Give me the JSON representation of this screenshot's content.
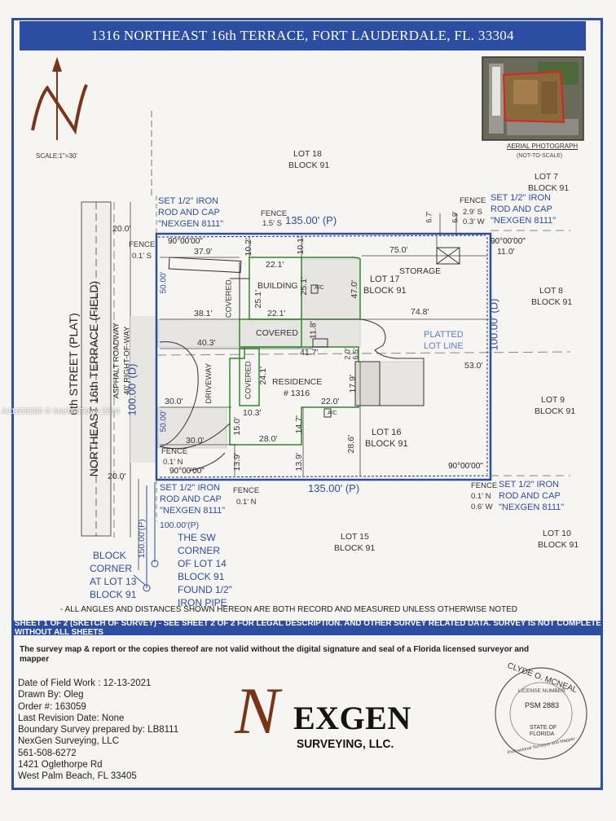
{
  "title": "1316 NORTHEAST 16th TERRACE, FORT LAUDERDALE, FL. 33304",
  "scale": "SCALE:1\"=30'",
  "aerial": {
    "caption": "AERIAL PHOTOGRAPH",
    "subcaption": "(NOT-TO-SCALE)"
  },
  "lots": {
    "lot18": "LOT 18",
    "lot18_block": "BLOCK 91",
    "lot7": "LOT 7",
    "lot7_block": "BLOCK 91",
    "lot17": "LOT 17",
    "lot17_block": "BLOCK 91",
    "lot8": "LOT 8",
    "lot8_block": "BLOCK 91",
    "lot9": "LOT 9",
    "lot9_block": "BLOCK 91",
    "lot16": "LOT 16",
    "lot16_block": "BLOCK 91",
    "lot15": "LOT 15",
    "lot15_block": "BLOCK 91",
    "lot10": "LOT 10",
    "lot10_block": "BLOCK 91"
  },
  "street": {
    "plat": "6th STREET (PLAT)",
    "field": "NORTHEAST 16th TERRACE (FIELD)",
    "roadway": "ASPHALT ROADWAY",
    "row": "40' RIGHT-OF-WAY"
  },
  "structures": {
    "residence": "RESIDENCE",
    "residence_num": "# 1316",
    "building": "BUILDING",
    "covered": "COVERED",
    "covered_v1": "COVERED",
    "covered_v2": "COVERED",
    "driveway": "DRIVEWAY",
    "storage": "STORAGE",
    "ac1": "A/C",
    "ac2": "A/C",
    "platted_lot_line_1": "PLATTED",
    "platted_lot_line_2": "LOT LINE"
  },
  "corners": {
    "nw_1": "SET 1/2\" IRON",
    "nw_2": "ROD AND CAP",
    "nw_3": "\"NEXGEN 8111\"",
    "ne_1": "SET 1/2\" IRON",
    "ne_2": "ROD AND CAP",
    "ne_3": "\"NEXGEN 8111\"",
    "sw_1": "SET 1/2\" IRON",
    "sw_2": "ROD AND CAP",
    "sw_3": "\"NEXGEN 8111\"",
    "se_1": "SET 1/2\" IRON",
    "se_2": "ROD AND CAP",
    "se_3": "\"NEXGEN 8111\""
  },
  "fences": {
    "n_fence": "FENCE",
    "n_fence_off": "1.5' S",
    "nw_fence": "FENCE",
    "nw_fence_off": "0.1' S",
    "ne_fence": "FENCE",
    "ne_fence_off1": "2.9' S",
    "ne_fence_off2": "0.3' W",
    "sw_fence": "FENCE",
    "sw_fence_off": "0.1' N",
    "s_fence": "FENCE",
    "s_fence_off": "0.1' N",
    "se_fence": "FENCE",
    "se_fence_off1": "0.1' N",
    "se_fence_off2": "0.6' W"
  },
  "dims": {
    "north": "135.00' (P)",
    "south": "135.00' (P)",
    "west": "100.00' (D)",
    "east": "100.00' (D)",
    "a_nw": "90°00'00\"",
    "a_ne": "90°00'00\"",
    "a_sw": "90°00'00\"",
    "a_se": "90°00'00\"",
    "d20a": "20.0'",
    "d20b": "20.0'",
    "d50a": "50.00'",
    "d50b": "50.00'",
    "d379": "37.9'",
    "d102": "10.2'",
    "d101": "10.1'",
    "d750": "75.0'",
    "d110": "11.0'",
    "d67": "6.7'",
    "d69": "6.9'",
    "d221a": "22.1'",
    "d251a": "25.1'",
    "d251b": "25.1'",
    "d221b": "22.1'",
    "d470": "47.0'",
    "d381": "38.1'",
    "d748": "74.8'",
    "d118": "11.8'",
    "d403": "40.3'",
    "d417": "41.7'",
    "d20c": "2.0'",
    "d65": "6.5'",
    "d530": "53.0'",
    "d241": "24.1'",
    "d179": "17.9'",
    "d220": "22.0'",
    "d300a": "30.0'",
    "d300b": "30.0'",
    "d103": "10.3'",
    "d150": "15.0'",
    "d280": "28.0'",
    "d147": "14.7'",
    "d286": "28.6'",
    "d139a": "13.9'",
    "d139b": "13.9'"
  },
  "block_corner": {
    "dist1": "100.00'(P)",
    "dist2": "150.00'(P)",
    "l1": "BLOCK",
    "l2": "CORNER",
    "l3": "AT LOT 13",
    "l4": "BLOCK 91",
    "r1": "THE SW",
    "r2": "CORNER",
    "r3": "OF LOT 14",
    "r4": "BLOCK 91",
    "r5": "FOUND 1/2\"",
    "r6": "IRON PIPE"
  },
  "notes": {
    "angles": "- ALL ANGLES AND DISTANCES SHOWN HEREON ARE BOTH RECORD AND MEASURED UNLESS OTHERWISE NOTED",
    "sheet": "SHEET 1 OF 2 (SKETCH OF SURVEY) - SEE SHEET 2 OF 2 FOR LEGAL DESCRIPTION. AND OTHER SURVEY RELATED DATA. SURVEY IS NOT COMPLETE WITHOUT ALL SHEETS",
    "disclaimer": "The survey map & report or the copies thereof are not valid without the digital signature and seal of a Florida licensed surveyor and mapper"
  },
  "meta": {
    "field_work": "Date of Field Work : 12-13-2021",
    "drawn_by": "Drawn By: Oleg",
    "order": "Order #: 163059",
    "revision": "Last Revision Date: None",
    "prepared": "Boundary Survey prepared by: LB8111",
    "company": "NexGen Surveying, LLC",
    "phone": "561-508-6272",
    "address1": "1421 Oglethorpe Rd",
    "address2": "West Palm Beach, FL 33405"
  },
  "logo": {
    "n": "N",
    "exgen": "EXGEN",
    "surveying": "SURVEYING, LLC."
  },
  "seal": {
    "name": "CLYDE O. MCNEAL",
    "license": "LICENSE NUMBER",
    "psm": "PSM 2883",
    "state1": "STATE OF",
    "state2": "FLORIDA",
    "role": "Professional Surveyor and Mapper"
  },
  "watermark": "A11658295 © MarketFlows 2024"
}
